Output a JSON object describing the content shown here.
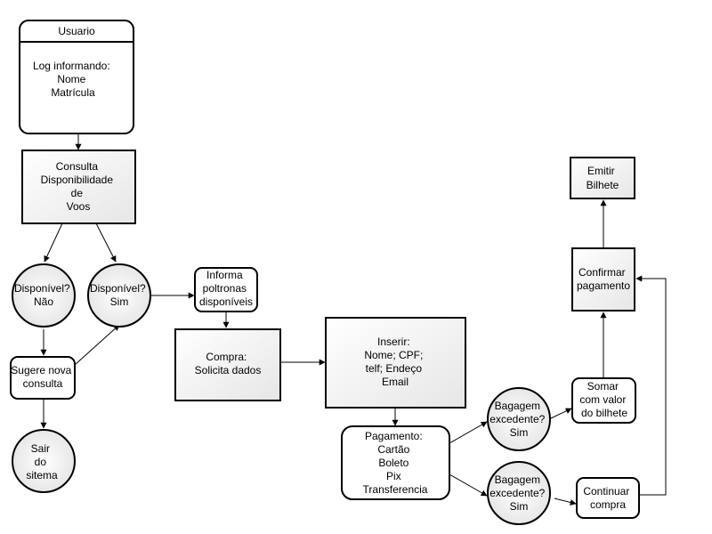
{
  "usuario": {
    "header": "Usuario",
    "lines": [
      "Log informando:",
      "Nome",
      "Matrícula"
    ]
  },
  "consulta": {
    "lines": [
      "Consulta",
      "Disponibilidade",
      "de",
      "Voos"
    ]
  },
  "disp_nao": {
    "lines": [
      "Disponível?",
      "Não"
    ]
  },
  "disp_sim": {
    "lines": [
      "Disponível?",
      "Sim"
    ]
  },
  "sugere": {
    "lines": [
      "Sugere nova",
      "consulta"
    ]
  },
  "sair": {
    "lines": [
      "Sair",
      "do",
      "sitema"
    ]
  },
  "informa": {
    "lines": [
      "Informa",
      "poltronas",
      "disponíveis"
    ]
  },
  "compra": {
    "lines": [
      "Compra:",
      "Solicita dados"
    ]
  },
  "inserir": {
    "lines": [
      "Inserir:",
      "Nome; CPF;",
      "telf; Endeço",
      "Email"
    ]
  },
  "pagamento": {
    "lines": [
      "Pagamento:",
      "Cartão",
      "Boleto",
      "Pix",
      "Transferencia"
    ]
  },
  "bagagem1": {
    "lines": [
      "Bagagem",
      "excedente?",
      "Sim"
    ]
  },
  "bagagem2": {
    "lines": [
      "Bagagem",
      "excedente?",
      "Sim"
    ]
  },
  "somar": {
    "lines": [
      "Somar",
      "com valor",
      "do bilhete"
    ]
  },
  "continuar": {
    "lines": [
      "Continuar",
      "compra"
    ]
  },
  "confirmar": {
    "lines": [
      "Confirmar",
      "pagamento"
    ]
  },
  "emitir": {
    "lines": [
      "Emitir",
      "Bilhete"
    ]
  },
  "colors": {
    "stroke": "#000000",
    "fill_light": "#ffffff",
    "fill_grad": "#e8e8e8"
  }
}
